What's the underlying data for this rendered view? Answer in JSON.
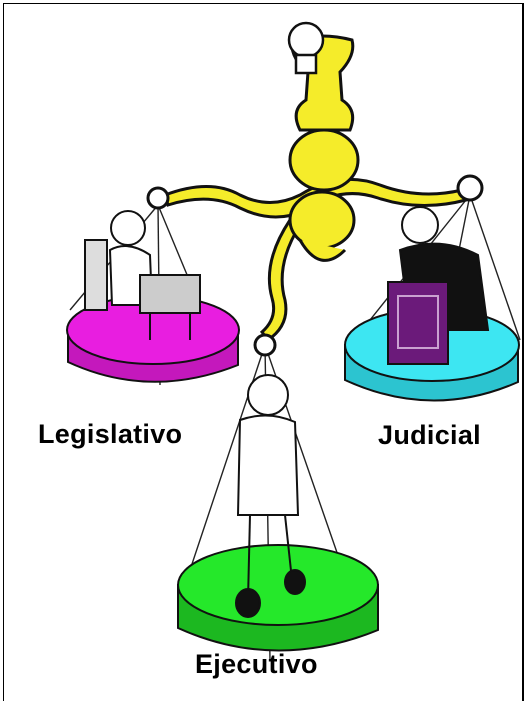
{
  "labels": {
    "left": "Legislativo",
    "right": "Judicial",
    "bottom": "Ejecutivo"
  },
  "colors": {
    "scale": "#f5ec2a",
    "left_platform": "#e81ee0",
    "right_platform": "#3de6f2",
    "bottom_platform": "#25e82a",
    "lectern": "#6b1a7a"
  }
}
